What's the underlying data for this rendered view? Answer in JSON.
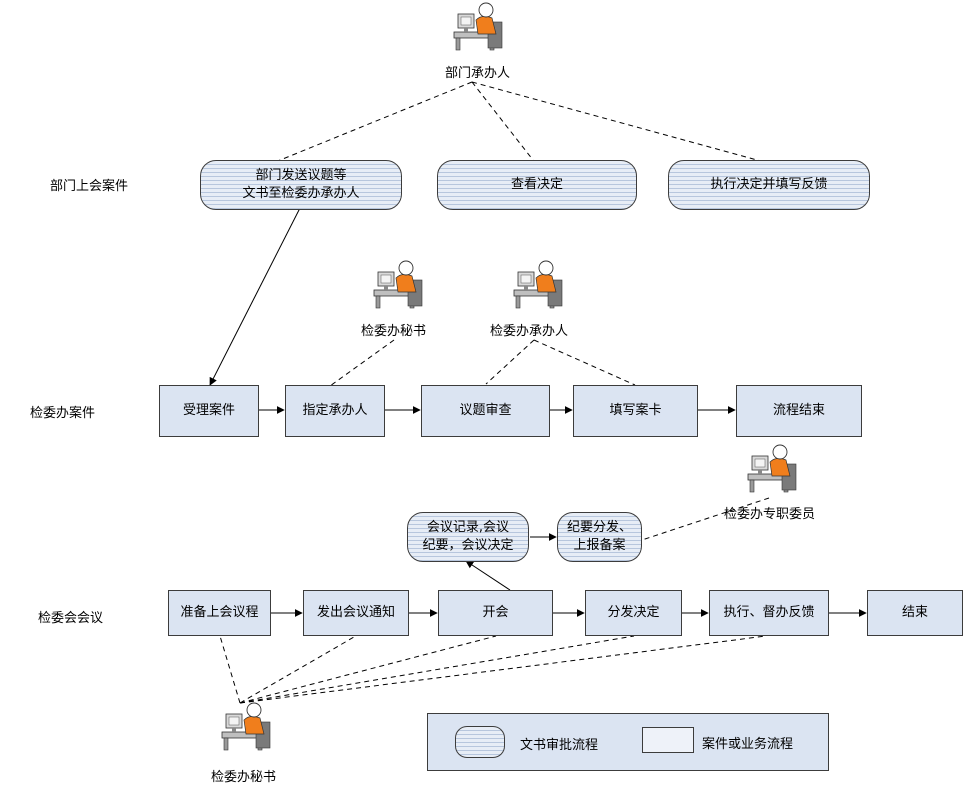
{
  "lanes": {
    "dept": "部门上会案件",
    "office": "检委办案件",
    "meeting": "检委会会议"
  },
  "actors": {
    "dept_handler": "部门承办人",
    "office_secretary": "检委办秘书",
    "office_handler": "检委办承办人",
    "office_member": "检委办专职委员",
    "meeting_secretary": "检委办秘书"
  },
  "doc_flows": {
    "send_docs": "部门发送议题等\n文书至检委办承办人",
    "view_decision": "查看决定",
    "execute_feedback": "执行决定并填写反馈",
    "minutes": "会议记录,会议\n纪要，会议决定",
    "distribute_minutes": "纪要分发、\n上报备案"
  },
  "business_flows": {
    "accept_case": "受理案件",
    "assign_handler": "指定承办人",
    "topic_review": "议题审查",
    "fill_card": "填写案卡",
    "process_end": "流程结束",
    "prepare_agenda": "准备上会议程",
    "send_notice": "发出会议通知",
    "hold_meeting": "开会",
    "distribute_decision": "分发决定",
    "execute_supervise": "执行、督办反馈",
    "end": "结束"
  },
  "legend": {
    "doc": "文书审批流程",
    "business": "案件或业务流程"
  }
}
